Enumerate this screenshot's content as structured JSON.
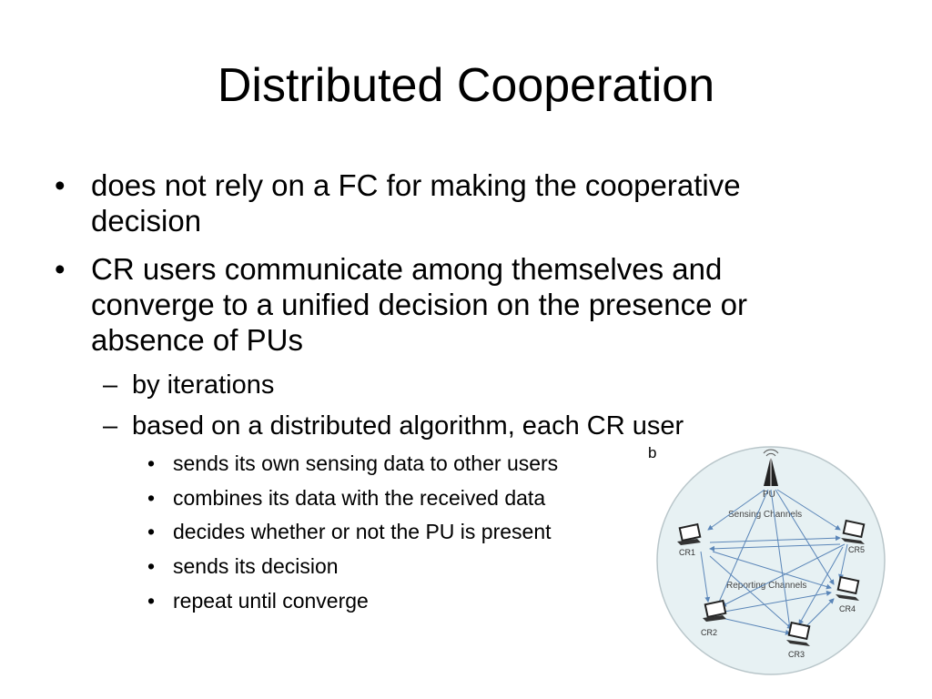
{
  "slide": {
    "title": "Distributed Cooperation",
    "bullets": [
      {
        "text_lines": [
          "does not rely on a FC for making the cooperative",
          "decision"
        ]
      },
      {
        "text_lines": [
          "CR users communicate among themselves and",
          "converge to a unified decision on the presence or",
          "absence of PUs"
        ]
      }
    ],
    "sub_bullets": [
      "by iterations",
      "based on a distributed algorithm, each CR user"
    ],
    "sub_sub_bullets": [
      "sends its own sensing data to other users",
      "combines its data with the received data",
      "decides whether or not the PU is present",
      "sends its decision",
      "repeat until converge"
    ],
    "marker": "b"
  },
  "diagram": {
    "pu_label": "PU",
    "sensing_label": "Sensing Channels",
    "reporting_label": "Reporting Channels",
    "nodes": [
      "CR1",
      "CR2",
      "CR3",
      "CR4",
      "CR5"
    ],
    "colors": {
      "circle_fill": "#e7f1f3",
      "arrow": "#5b86b8",
      "text": "#445"
    }
  }
}
